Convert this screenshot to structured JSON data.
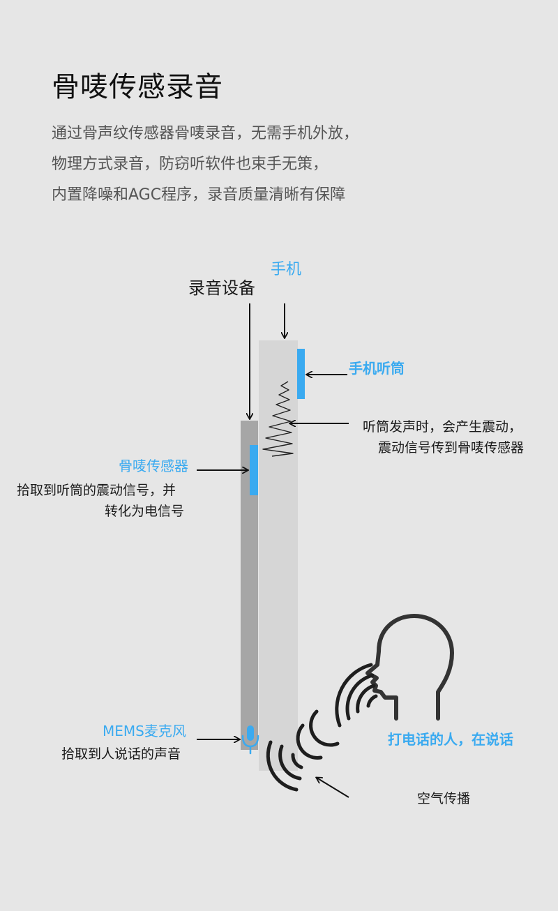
{
  "title": "骨唛传感录音",
  "description": [
    "通过骨声纹传感器骨唛录音，无需手机外放，",
    "物理方式录音，防窃听软件也束手无策，",
    "内置降噪和AGC程序，录音质量清晰有保障"
  ],
  "labels": {
    "phone": "手机",
    "recording_device": "录音设备",
    "phone_receiver": "手机听筒",
    "vibration_line1": "听筒发声时，会产生震动，",
    "vibration_line2": "震动信号传到骨唛传感器",
    "bone_sensor": "骨唛传感器",
    "bone_sensor_desc1": "拾取到听筒的震动信号，并",
    "bone_sensor_desc2": "转化为电信号",
    "mems_mic": "MEMS麦克风",
    "mems_desc": "拾取到人说话的声音",
    "caller": "打电话的人，在说话",
    "air_propagation": "空气传播"
  },
  "colors": {
    "accent": "#3aaaf0",
    "phone_body": "#d6d6d6",
    "device_body": "#a6a6a6",
    "background": "#e6e6e6"
  },
  "icons": [
    "person-head-icon",
    "microphone-icon",
    "sound-wave-icon",
    "vibration-spring-icon"
  ]
}
